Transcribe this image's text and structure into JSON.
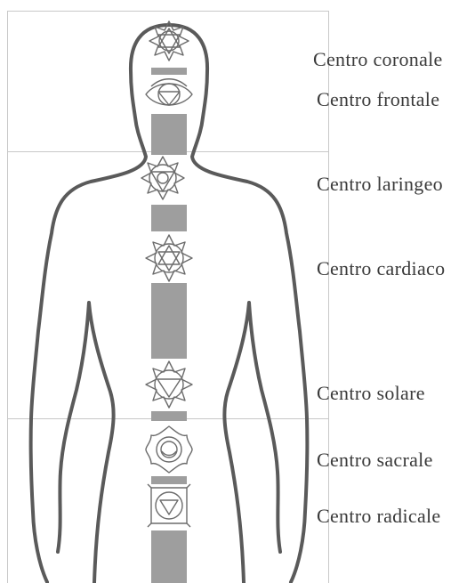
{
  "labels": {
    "coronale": "Centro coronale",
    "frontale": "Centro frontale",
    "laringeo": "Centro laringeo",
    "cardiaco": "Centro cardiaco",
    "solare": "Centro solare",
    "sacrale": "Centro sacrale",
    "radicale": "Centro radicale"
  },
  "colors": {
    "outline": "#5a5a5a",
    "spine": "#9e9e9e",
    "chakra_stroke": "#6b6b6b",
    "grid": "#c8c8c8"
  },
  "icons": {
    "coronale": "lotus-star-icon",
    "frontale": "eye-icon",
    "laringeo": "lotus-star-icon",
    "cardiaco": "hexagram-lotus-icon",
    "solare": "downward-triangle-lotus-icon",
    "sacrale": "lotus-circle-icon",
    "radicale": "square-triangle-icon"
  }
}
